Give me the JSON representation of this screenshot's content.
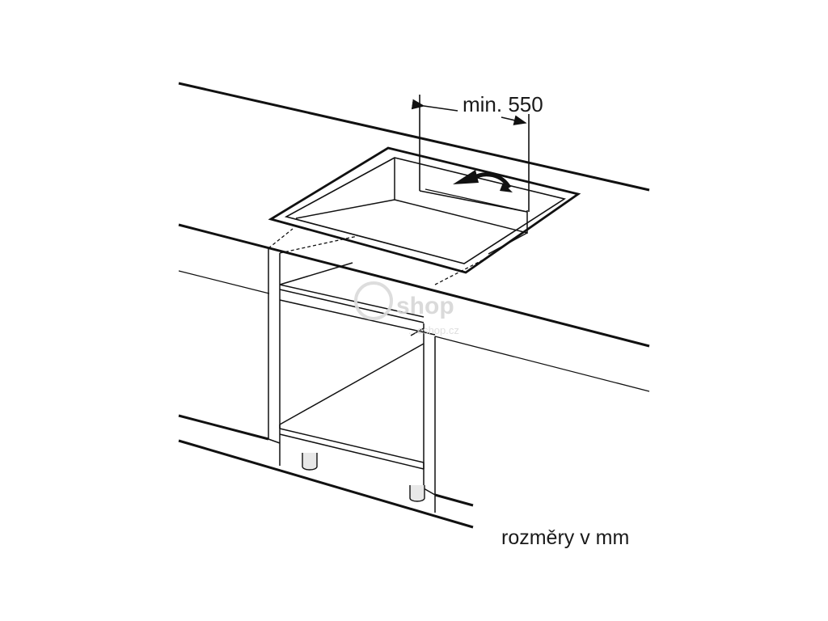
{
  "diagram": {
    "dimension_label": "min. 550",
    "units_note": "rozměry v mm",
    "watermark": {
      "main": "shop",
      "sub": "...eshop.cz"
    }
  }
}
